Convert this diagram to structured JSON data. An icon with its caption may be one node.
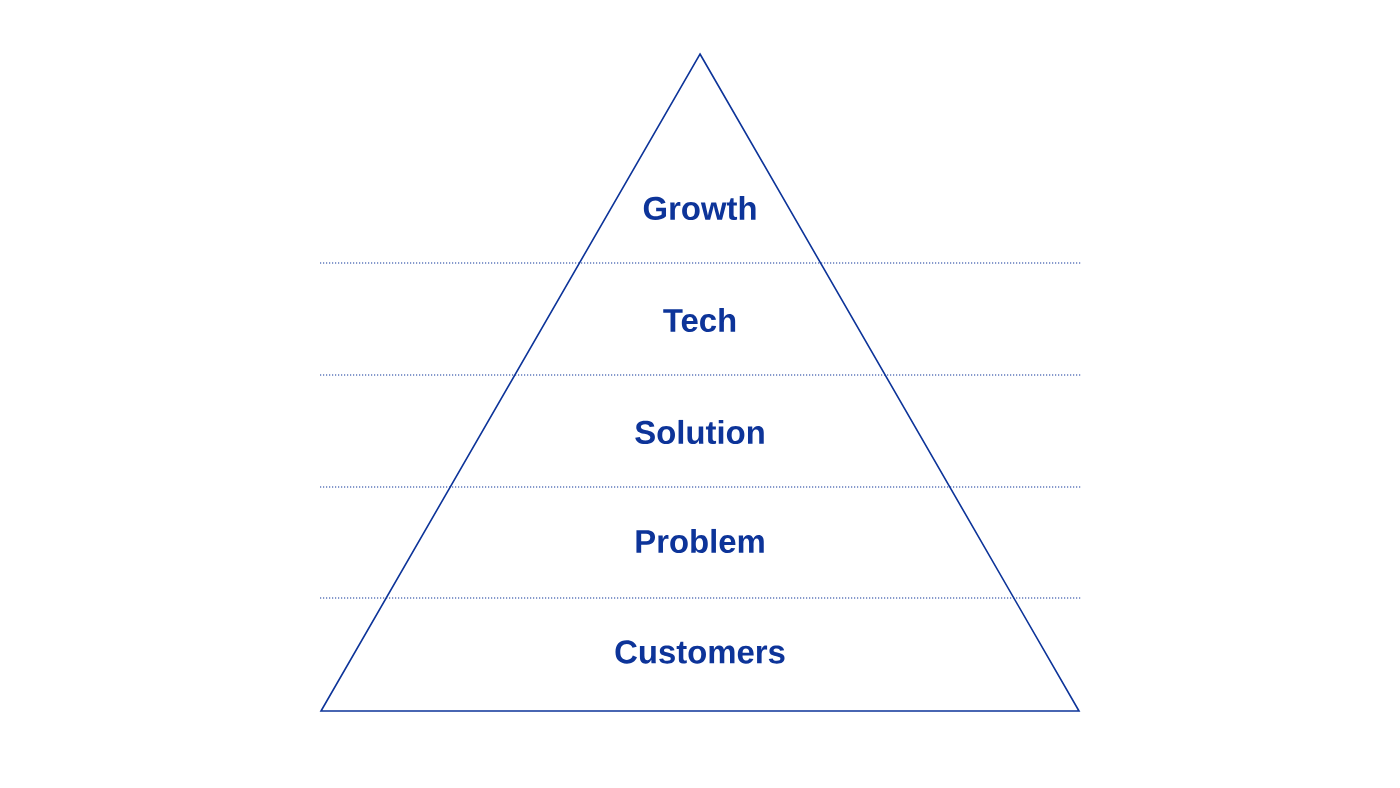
{
  "diagram": {
    "nodes": [
      {
        "text": [
          "Growth"
        ]
      },
      {
        "text": [
          "Tech"
        ]
      },
      {
        "text": [
          "Solution"
        ]
      },
      {
        "text": [
          "Problem"
        ]
      },
      {
        "text": [
          "Customers"
        ]
      }
    ]
  }
}
